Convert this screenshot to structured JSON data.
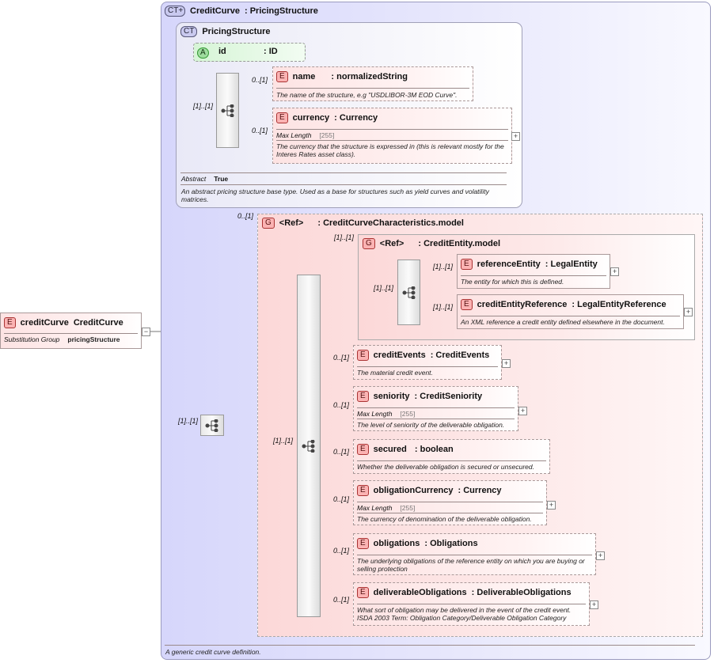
{
  "colors": {
    "outer_bg": "#d6d6fb",
    "element_bg": "#fde3e3",
    "group_bg": "#fcd8d8",
    "attr_bg": "#9fdc9f"
  },
  "badges": {
    "element": "E",
    "group": "G",
    "complex_type": "CT",
    "attribute": "A"
  },
  "root": {
    "name": "creditCurve",
    "type": "CreditCurve",
    "facet_label": "Substitution Group",
    "facet_value": "pricingStructure"
  },
  "complex_type": {
    "name": "CreditCurve",
    "base": "PricingStructure",
    "doc": "A generic credit curve definition."
  },
  "pricing_structure": {
    "name": "PricingStructure",
    "attribute": {
      "name": "id",
      "type": ": ID"
    },
    "seq_card": "[1]..[1]",
    "name_el": {
      "card": "0..[1]",
      "name": "name",
      "type": ": normalizedString",
      "doc": "The name of the structure, e.g \"USDLIBOR-3M EOD Curve\"."
    },
    "currency_el": {
      "card": "0..[1]",
      "name": "currency",
      "type": ": Currency",
      "facet_label": "Max Length",
      "facet_value": "[255]",
      "doc": "The currency that the structure is expressed in (this is relevant mostly for the Interes Rates asset class)."
    },
    "abstract_label": "Abstract",
    "abstract_value": "True",
    "doc": "An abstract pricing structure base type. Used as a base for structures such as yield curves and volatility matrices."
  },
  "seq2_card": "[1]..[1]",
  "characteristics": {
    "card": "0..[1]",
    "ref": "<Ref>",
    "name": ": CreditCurveCharacteristics.model",
    "seq_card": "[1]..[1]",
    "entity_group": {
      "card": "[1]..[1]",
      "ref": "<Ref>",
      "name": ": CreditEntity.model",
      "seq_card": "[1]..[1]",
      "items": [
        {
          "card": "[1]..[1]",
          "name": "referenceEntity",
          "type": ": LegalEntity",
          "doc": "The entity for which this is defined."
        },
        {
          "card": "[1]..[1]",
          "name": "creditEntityReference",
          "type": ": LegalEntityReference",
          "doc": "An XML reference a credit entity defined elsewhere in the document."
        }
      ]
    },
    "elements": [
      {
        "card": "0..[1]",
        "name": "creditEvents",
        "type": ": CreditEvents",
        "doc": "The material credit event."
      },
      {
        "card": "0..[1]",
        "name": "seniority",
        "type": ": CreditSeniority",
        "facet_label": "Max Length",
        "facet_value": "[255]",
        "doc": "The level of seniority of the deliverable obligation."
      },
      {
        "card": "0..[1]",
        "name": "secured",
        "type": ": boolean",
        "doc": "Whether the deliverable obligation is secured or unsecured."
      },
      {
        "card": "0..[1]",
        "name": "obligationCurrency",
        "type": ": Currency",
        "facet_label": "Max Length",
        "facet_value": "[255]",
        "doc": "The currency of denomination of the deliverable obligation."
      },
      {
        "card": "0..[1]",
        "name": "obligations",
        "type": ": Obligations",
        "doc": "The underlying obligations of the reference entity on which you are buying or selling protection"
      },
      {
        "card": "0..[1]",
        "name": "deliverableObligations",
        "type": ": DeliverableObligations",
        "doc": "What sort of obligation may be delivered in the event of the credit event. ISDA 2003 Term: Obligation Category/Deliverable Obligation Category"
      }
    ]
  }
}
